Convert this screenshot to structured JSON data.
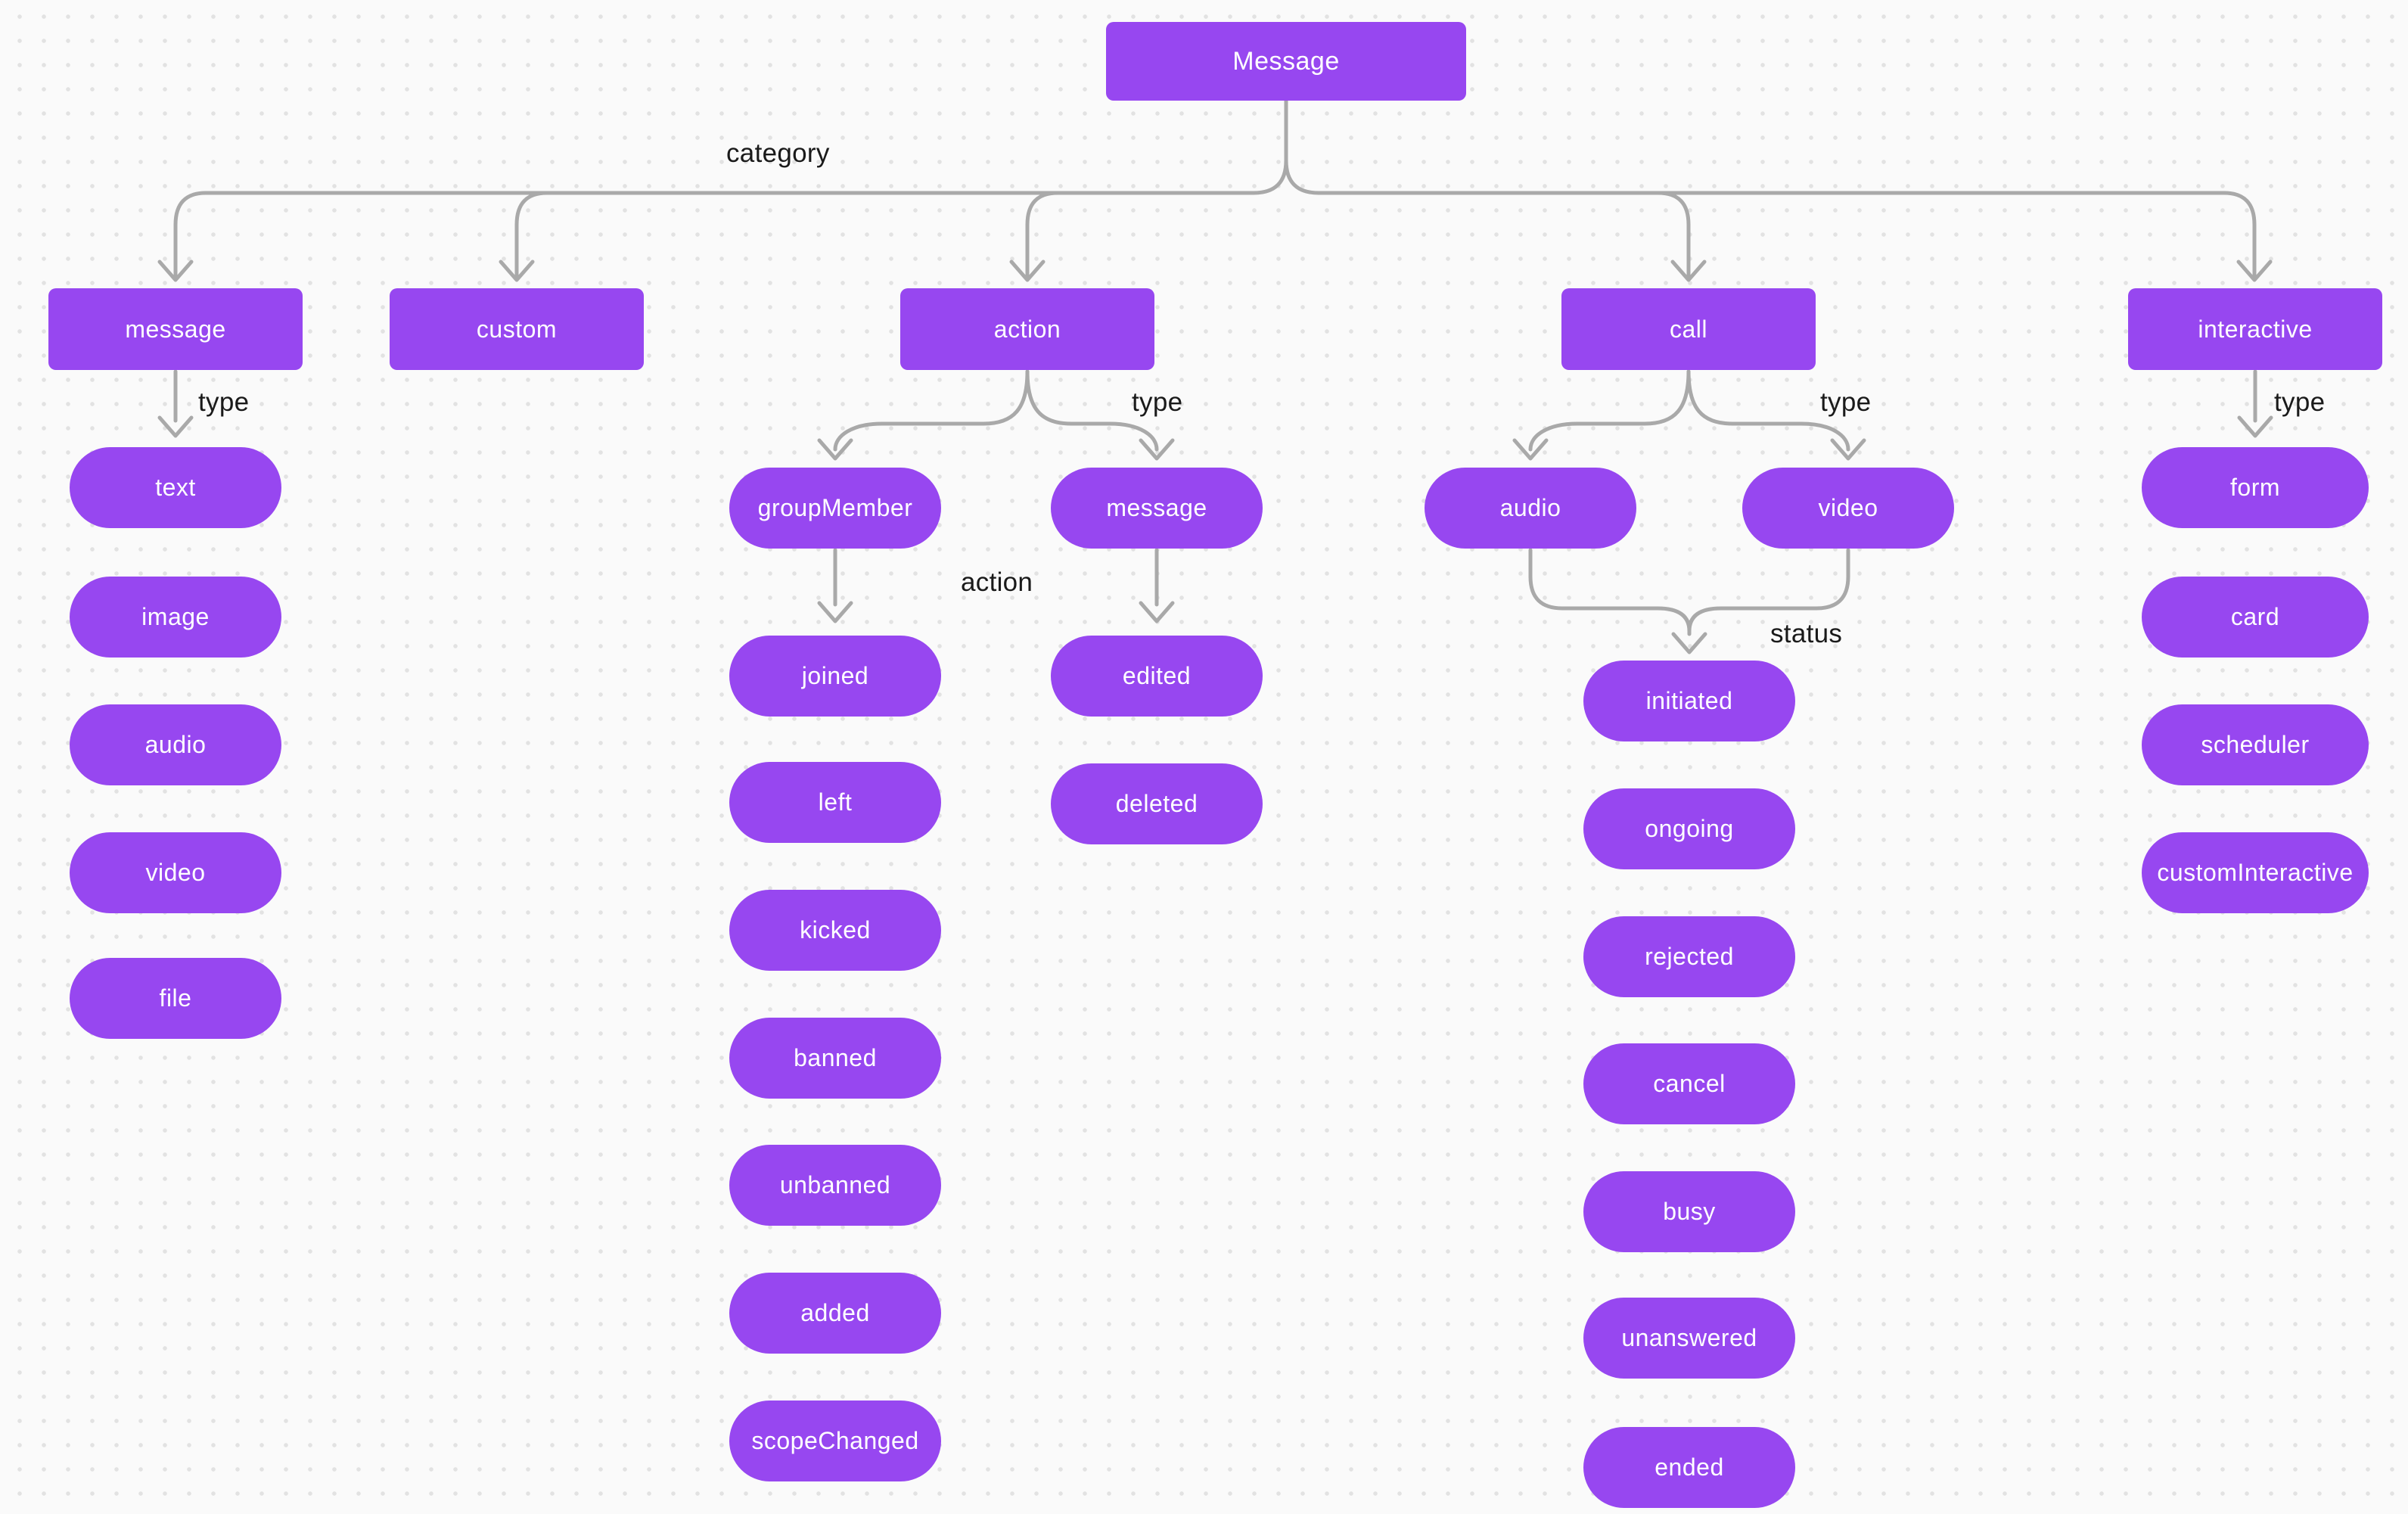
{
  "colors": {
    "canvas_background": "#fafafa",
    "grid_dot": "#e2e2e2",
    "node_fill": "#9747f0",
    "node_text": "#ffffff",
    "connector": "#a9a9a9",
    "edge_label_text": "#1a1a1a"
  },
  "category_label": "category",
  "root": {
    "label": "Message"
  },
  "branches": [
    {
      "label": "message",
      "edge_label": "type",
      "children": [
        {
          "label": "text"
        },
        {
          "label": "image"
        },
        {
          "label": "audio"
        },
        {
          "label": "video"
        },
        {
          "label": "file"
        }
      ]
    },
    {
      "label": "custom"
    },
    {
      "label": "action",
      "edge_label": "type",
      "children": [
        {
          "label": "groupMember",
          "edge_label": "action",
          "children": [
            {
              "label": "joined"
            },
            {
              "label": "left"
            },
            {
              "label": "kicked"
            },
            {
              "label": "banned"
            },
            {
              "label": "unbanned"
            },
            {
              "label": "added"
            },
            {
              "label": "scopeChanged"
            }
          ]
        },
        {
          "label": "message",
          "children": [
            {
              "label": "edited"
            },
            {
              "label": "deleted"
            }
          ]
        }
      ]
    },
    {
      "label": "call",
      "edge_label": "type",
      "children": [
        {
          "label": "audio"
        },
        {
          "label": "video"
        }
      ],
      "status_edge_label": "status",
      "status_children": [
        {
          "label": "initiated"
        },
        {
          "label": "ongoing"
        },
        {
          "label": "rejected"
        },
        {
          "label": "cancel"
        },
        {
          "label": "busy"
        },
        {
          "label": "unanswered"
        },
        {
          "label": "ended"
        }
      ]
    },
    {
      "label": "interactive",
      "edge_label": "type",
      "children": [
        {
          "label": "form"
        },
        {
          "label": "card"
        },
        {
          "label": "scheduler"
        },
        {
          "label": "customInteractive"
        }
      ]
    }
  ]
}
